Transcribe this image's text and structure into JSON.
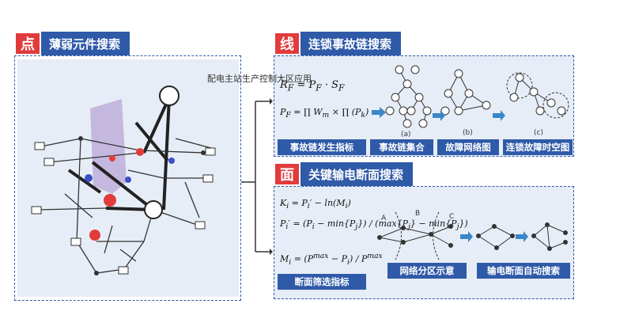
{
  "overlay_text": "配电主站生产控制大区应用",
  "panel_point": {
    "badge": "点",
    "title": "薄弱元件搜索"
  },
  "panel_line": {
    "badge": "线",
    "title": "连锁事故链搜索",
    "labels": [
      "事故链发生指标",
      "事故链集合",
      "故障网络图",
      "连锁故障时空图"
    ],
    "sub_labels": [
      "(a)",
      "(b)",
      "(c)"
    ]
  },
  "panel_face": {
    "badge": "面",
    "title": "关键输电断面搜索",
    "labels": [
      "断面筛选指标",
      "网络分区示意",
      "输电断面自动搜索"
    ],
    "zone_labels": [
      "A",
      "B",
      "C"
    ]
  },
  "colors": {
    "header": "#2f5aa8",
    "badge": "#e23b3b",
    "arrow": "#3a86c8",
    "panel_bg": "#e7edf6"
  },
  "icons": [
    "right-arrow-icon",
    "bracket-connector"
  ]
}
